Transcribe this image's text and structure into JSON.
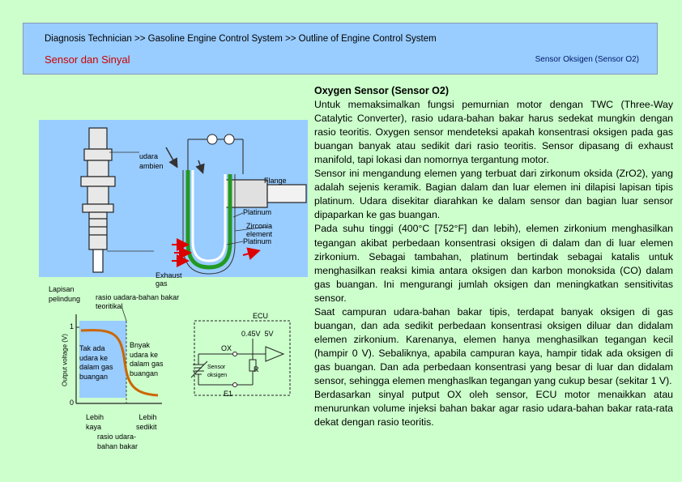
{
  "header": {
    "breadcrumb": "Diagnosis Technician >> Gasoline Engine Control System >> Outline of Engine Control System",
    "section_title": "Sensor dan Sinyal",
    "subtitle": "Sensor Oksigen (Sensor O2)"
  },
  "figure": {
    "udara_ambien": "udara\nambien",
    "flange": "Flange",
    "platinum_top": "Platinum",
    "zirconia": "Zirconia element",
    "platinum_bottom": "Platinum",
    "exhaust_gas": "Exhaust gas",
    "lapisan": "Lapisan\npelindung",
    "rasio_teoritikal": "rasio uadara-bahan bakar\nteoritikal",
    "ecu": "ECU",
    "voltages": "0.45V  5V",
    "ox": "OX",
    "r": "R",
    "sensor_oksigen": "Sensor\noksigen",
    "e1": "E1",
    "y_axis": "Output voltage (V)",
    "y_one": "1",
    "y_zero": "0",
    "tak_ada": "Tak ada\nudara ke\ndalam gas\nbuangan",
    "banyak": "Bnyak\nudara ke\ndalam gas\nbuangan",
    "lebih_kaya": "Lebih\nkaya",
    "lebih_sedikit": "Lebih\nsedikit",
    "rasio_bawah": "rasio udara-\nbahan bakar"
  },
  "content": {
    "heading": "Oxygen Sensor (Sensor O2)",
    "p1": "Untuk memaksimalkan fungsi pemurnian motor dengan TWC (Three-Way Catalytic Converter), rasio udara-bahan bakar harus sedekat mungkin dengan rasio teoritis. Oxygen sensor mendeteksi apakah konsentrasi oksigen pada gas buangan banyak atau sedikit dari rasio teoritis. Sensor dipasang di exhaust manifold, tapi lokasi dan nomornya tergantung motor.",
    "p2": "Sensor ini mengandung elemen yang terbuat dari zirkonum oksida (ZrO2), yang adalah sejenis keramik. Bagian dalam dan luar elemen ini dilapisi lapisan tipis platinum. Udara disekitar diarahkan ke dalam sensor dan bagian luar sensor dipaparkan ke gas buangan.",
    "p3": "Pada suhu tinggi (400°C [752°F] dan lebih), elemen zirkonium menghasilkan tegangan akibat perbedaan konsentrasi oksigen di dalam dan di luar elemen zirkonium. Sebagai tambahan, platinum bertindak sebagai katalis untuk menghasilkan reaksi kimia antara oksigen dan karbon monoksida (CO) dalam gas buangan. Ini mengurangi jumlah oksigen dan meningkatkan sensitivitas sensor.",
    "p4": "Saat campuran udara-bahan bakar tipis, terdapat banyak oksigen di gas buangan, dan ada sedikit perbedaan konsentrasi oksigen diluar dan didalam elemen zirkonium. Karenanya, elemen hanya menghasilkan tegangan kecil (hampir 0 V). Sebaliknya, apabila campuran kaya, hampir tidak ada oksigen di gas buangan. Dan ada perbedaan konsentrasi yang besar di luar dan didalam sensor, sehingga elemen menghaslkan tegangan yang cukup besar (sekitar 1 V).",
    "p5": "Berdasarkan sinyal putput OX oleh sensor, ECU motor menaikkan atau menurunkan volume injeksi bahan bakar agar rasio udara-bahan bakar rata-rata dekat dengan rasio teoritis."
  },
  "colors": {
    "background": "#ccffcc",
    "header": "#99ccff",
    "section_title": "#cc0000",
    "arrow_red": "#dd0000",
    "curve_orange": "#cc6600",
    "panel_blue": "#99ccff"
  }
}
